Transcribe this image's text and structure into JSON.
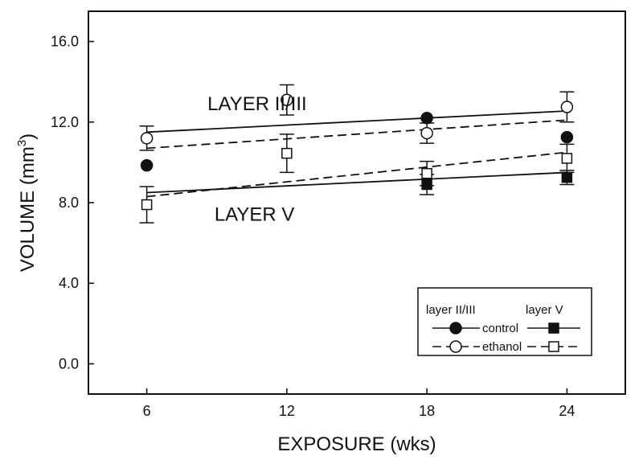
{
  "chart_data": {
    "type": "scatter",
    "xlabel": "EXPOSURE (wks)",
    "ylabel_main": "VOLUME (mm",
    "ylabel_sup": "3",
    "ylabel_close": ")",
    "xlim": [
      3.5,
      26.5
    ],
    "ylim": [
      -1.5,
      17.5
    ],
    "x_ticks": [
      6,
      12,
      18,
      24
    ],
    "x_tick_labels": [
      "6",
      "12",
      "18",
      "24"
    ],
    "y_ticks": [
      0,
      4,
      8,
      12,
      16
    ],
    "y_tick_labels": [
      "0.0",
      "4.0",
      "8.0",
      "12.0",
      "16.0"
    ],
    "grid": false,
    "legend_position": "bottom-right",
    "annotations": [
      {
        "text": "LAYER II/III",
        "x": 8.6,
        "y": 12.6
      },
      {
        "text": "LAYER V",
        "x": 8.9,
        "y": 7.1
      }
    ],
    "legend": {
      "header_left": "layer II/III",
      "header_right": "layer V",
      "rows": [
        "control",
        "ethanol"
      ]
    },
    "series": [
      {
        "name": "control",
        "group": "layer II/III",
        "marker": "circle",
        "filled": true,
        "line": "solid",
        "x": [
          6,
          12,
          18,
          24
        ],
        "y": [
          9.85,
          null,
          12.2,
          11.25
        ],
        "err": [
          null,
          null,
          null,
          null
        ],
        "fit": [
          [
            6,
            11.5
          ],
          [
            24,
            12.55
          ]
        ]
      },
      {
        "name": "ethanol",
        "group": "layer II/III",
        "marker": "circle",
        "filled": false,
        "line": "dashed",
        "x": [
          6,
          12,
          18,
          24
        ],
        "y": [
          11.2,
          13.1,
          11.45,
          12.75
        ],
        "err": [
          0.6,
          0.75,
          0.5,
          0.75
        ],
        "fit": [
          [
            6,
            10.7
          ],
          [
            24,
            12.1
          ]
        ]
      },
      {
        "name": "control",
        "group": "layer V",
        "marker": "square",
        "filled": true,
        "line": "solid",
        "x": [
          6,
          12,
          18,
          24
        ],
        "y": [
          null,
          null,
          8.9,
          9.25
        ],
        "err": [
          null,
          null,
          0.5,
          0.35
        ],
        "fit": [
          [
            6,
            8.5
          ],
          [
            24,
            9.5
          ]
        ]
      },
      {
        "name": "ethanol",
        "group": "layer V",
        "marker": "square",
        "filled": false,
        "line": "dashed",
        "x": [
          6,
          12,
          18,
          24
        ],
        "y": [
          7.9,
          10.45,
          9.45,
          10.2
        ],
        "err": [
          0.9,
          0.95,
          0.6,
          0.7
        ],
        "fit": [
          [
            6,
            8.3
          ],
          [
            24,
            10.5
          ]
        ]
      }
    ]
  }
}
